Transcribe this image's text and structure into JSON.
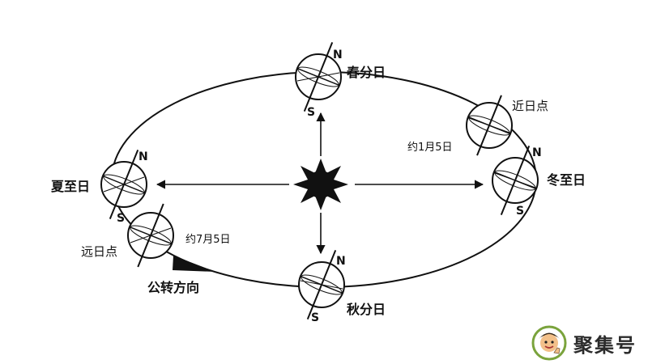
{
  "labels": {
    "spring_equinox": "春分日",
    "summer_solstice": "夏至日",
    "autumn_equinox": "秋分日",
    "winter_solstice": "冬至日",
    "perihelion": "近日点",
    "aphelion": "远日点",
    "perihelion_date": "约1月5日",
    "aphelion_date": "约7月5日",
    "revolution_direction": "公转方向",
    "north": "N",
    "south": "S"
  },
  "brand": {
    "name": "聚集号",
    "logo_icon": "cartoon-face-thumbs-up-icon"
  },
  "colors": {
    "ink": "#111111",
    "background": "#ffffff",
    "logo_green": "#7aa33c"
  }
}
